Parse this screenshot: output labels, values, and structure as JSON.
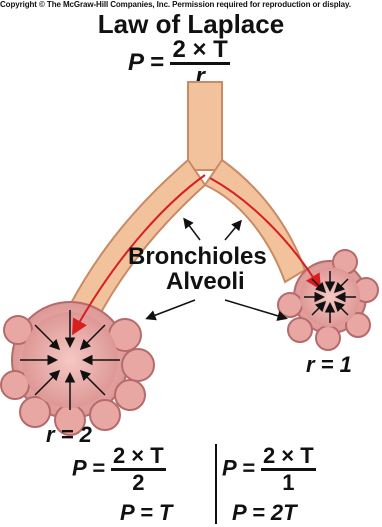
{
  "copyright": "Copyright © The McGraw-Hill Companies, Inc. Permission required for reproduction or display.",
  "title": "Law of Laplace",
  "main_formula": {
    "lhs": "P =",
    "numerator": "2 × T",
    "denominator": "r"
  },
  "labels": {
    "bronchioles": "Bronchioles",
    "alveoli": "Alveoli",
    "r_small": "r = 1",
    "r_large": "r = 2"
  },
  "left_formula": {
    "lhs": "P =",
    "numerator": "2 × T",
    "denominator": "2",
    "result": "P = T"
  },
  "right_formula": {
    "lhs": "P =",
    "numerator": "2 × T",
    "denominator": "1",
    "result": "P = 2T"
  },
  "colors": {
    "airway": "#f2c29c",
    "airway_edge": "#c98a66",
    "alveoli": "#e8a7a3",
    "alveoli_edge": "#b56b6b",
    "arrow": "#d6201f"
  }
}
